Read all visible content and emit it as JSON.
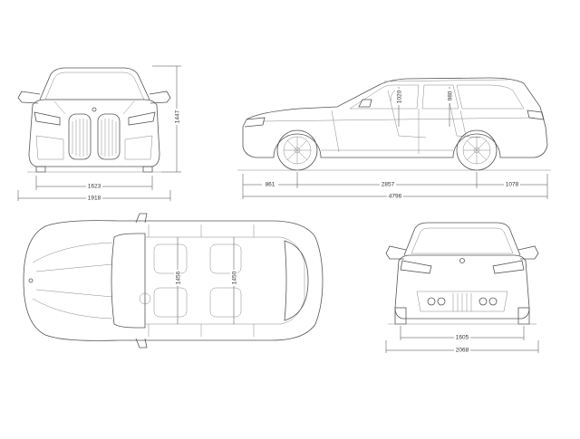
{
  "views": {
    "front": {
      "width_inner": "1623",
      "width_outer": "1918",
      "height": "1447"
    },
    "side": {
      "front_overhang": "861",
      "wheelbase": "2857",
      "rear_overhang": "1078",
      "length": "4796",
      "front_headroom": "1020",
      "rear_headroom": "980"
    },
    "top": {
      "front_interior_width": "1456",
      "rear_interior_width": "1450"
    },
    "rear": {
      "track": "1605",
      "width_mirrors": "2068"
    }
  },
  "colors": {
    "line": "#555555",
    "dimension": "#444444",
    "background": "#ffffff"
  }
}
